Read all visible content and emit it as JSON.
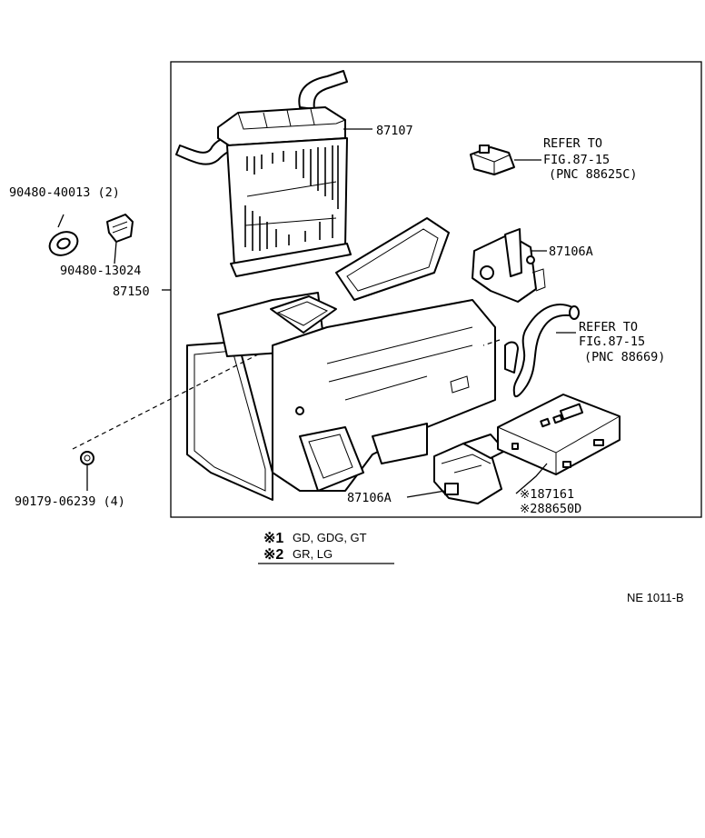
{
  "callouts": {
    "heater_core": "87107",
    "heater_unit": "87150",
    "servo_upper": "87106A",
    "servo_lower": "87106A",
    "grommet": "90480-40013 (2)",
    "clip": "90480-13024",
    "screw": "90179-06239 (4)",
    "amplifier_1": "※187161",
    "amplifier_2": "※288650D"
  },
  "refer_1": {
    "line1": "REFER TO",
    "line2": "FIG.87-15",
    "line3": "(PNC 88625C)"
  },
  "refer_2": {
    "line1": "REFER TO",
    "line2": "FIG.87-15",
    "line3": "(PNC 88669)"
  },
  "legend": {
    "row1_mark": "※1",
    "row1_text": "GD, GDG, GT",
    "row2_mark": "※2",
    "row2_text": "GR, LG"
  },
  "figure_code": "NE 1011-B"
}
